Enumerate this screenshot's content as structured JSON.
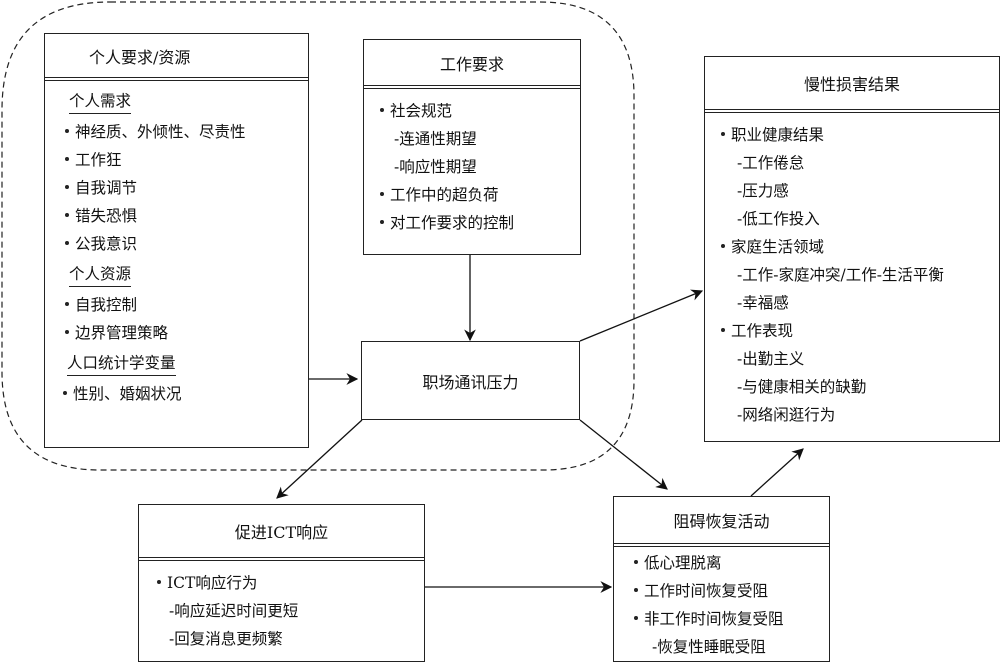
{
  "diagram": {
    "personal_box": {
      "title": "个人要求/资源",
      "sections": [
        {
          "heading": "个人需求",
          "items": [
            "神经质、外倾性、尽责性",
            "工作狂",
            "自我调节",
            "错失恐惧",
            "公我意识"
          ]
        },
        {
          "heading": "个人资源",
          "items": [
            "自我控制",
            "边界管理策略"
          ]
        },
        {
          "heading": "人口统计学变量",
          "items": [
            "性别、婚姻状况"
          ]
        }
      ]
    },
    "work_demands_box": {
      "title": "工作要求",
      "items": [
        {
          "type": "bullet",
          "text": "社会规范"
        },
        {
          "type": "sub",
          "text": "-连通性期望"
        },
        {
          "type": "sub",
          "text": "-响应性期望"
        },
        {
          "type": "bullet",
          "text": "工作中的超负荷"
        },
        {
          "type": "bullet",
          "text": "对工作要求的控制"
        }
      ]
    },
    "center_box": {
      "title": "职场通讯压力"
    },
    "outcomes_box": {
      "title": "慢性损害结果",
      "items": [
        {
          "type": "bullet",
          "text": "职业健康结果"
        },
        {
          "type": "sub",
          "text": "-工作倦怠"
        },
        {
          "type": "sub",
          "text": "-压力感"
        },
        {
          "type": "sub",
          "text": "-低工作投入"
        },
        {
          "type": "bullet",
          "text": "家庭生活领域"
        },
        {
          "type": "sub",
          "text": "-工作-家庭冲突/工作-生活平衡"
        },
        {
          "type": "sub",
          "text": "-幸福感"
        },
        {
          "type": "bullet",
          "text": "工作表现"
        },
        {
          "type": "sub",
          "text": "-出勤主义"
        },
        {
          "type": "sub",
          "text": "-与健康相关的缺勤"
        },
        {
          "type": "sub",
          "text": "-网络闲逛行为"
        }
      ]
    },
    "ict_box": {
      "title": "促进ICT响应",
      "items": [
        {
          "type": "bullet",
          "text": "ICT响应行为"
        },
        {
          "type": "sub",
          "text": "-响应延迟时间更短"
        },
        {
          "type": "sub",
          "text": "-回复消息更频繁"
        }
      ]
    },
    "recovery_box": {
      "title": "阻碍恢复活动",
      "items": [
        {
          "type": "bullet",
          "text": "低心理脱离"
        },
        {
          "type": "bullet",
          "text": "工作时间恢复受阻"
        },
        {
          "type": "bullet",
          "text": "非工作时间恢复受阻"
        },
        {
          "type": "sub",
          "text": "-恢复性睡眠受阻"
        }
      ]
    },
    "connections": [
      {
        "from": "personal_box",
        "to": "center_box"
      },
      {
        "from": "work_demands_box",
        "to": "center_box"
      },
      {
        "from": "center_box",
        "to": "outcomes_box"
      },
      {
        "from": "center_box",
        "to": "ict_box"
      },
      {
        "from": "center_box",
        "to": "recovery_box"
      },
      {
        "from": "ict_box",
        "to": "recovery_box"
      },
      {
        "from": "recovery_box",
        "to": "outcomes_box"
      }
    ],
    "colors": {
      "stroke": "#222222",
      "background": "#ffffff"
    }
  }
}
